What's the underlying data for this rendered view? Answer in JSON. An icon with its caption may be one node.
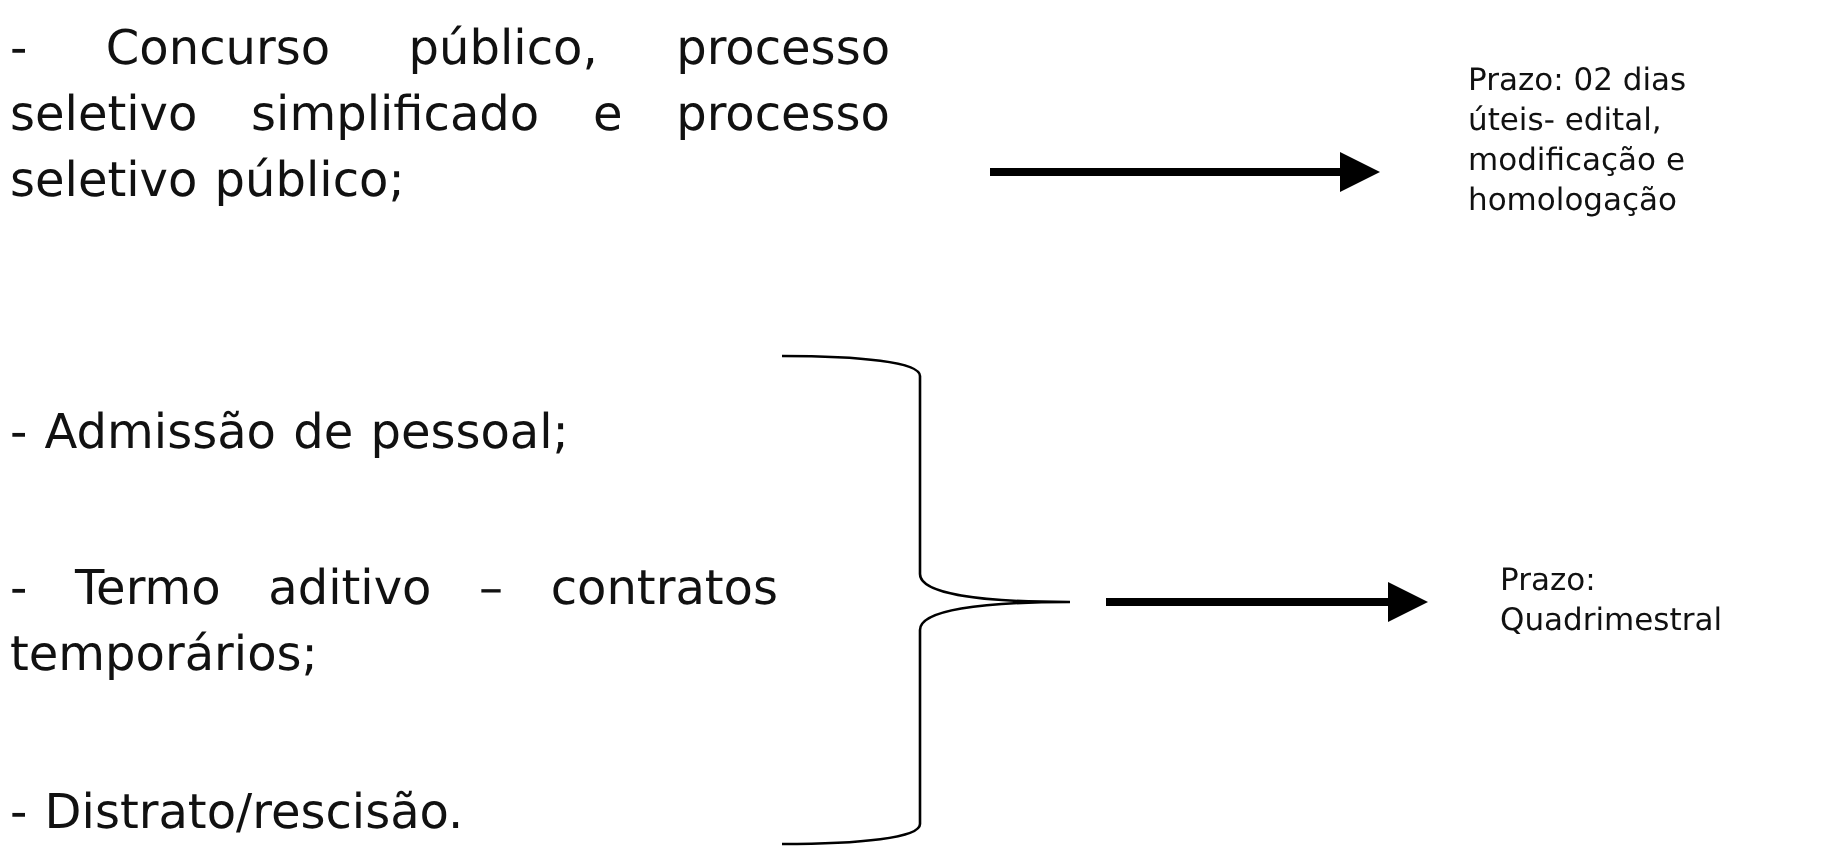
{
  "diagram": {
    "nodes": [
      {
        "text": [
          "- Concurso público, processo seletivo simplificado e processo seletivo público;"
        ]
      },
      {
        "text": [
          "Prazo: 02 dias úteis- edital, modificação e homologação"
        ]
      },
      {
        "text": [
          "- Admissão de pessoal;"
        ]
      },
      {
        "text": [
          "- Termo aditivo – contratos temporários;"
        ]
      },
      {
        "text": [
          "- Distrato/rescisão."
        ]
      },
      {
        "text": [],
        "shape": "brace"
      },
      {
        "text": [
          "Prazo: Quadrimestral"
        ]
      }
    ],
    "edges": [
      {
        "from": 0,
        "to": 1,
        "arrow": "to"
      },
      {
        "from": 5,
        "to": 6,
        "arrow": "to"
      }
    ]
  }
}
